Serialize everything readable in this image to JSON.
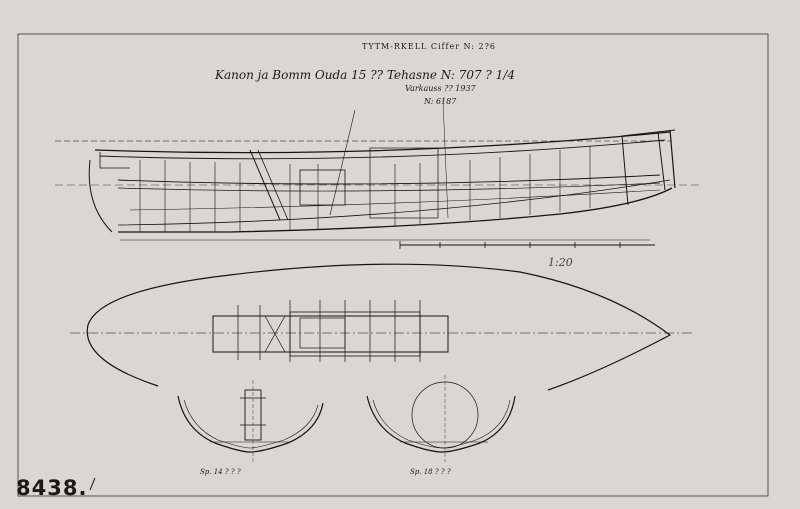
{
  "drawing": {
    "stamp": "TYTM-RKELL Ciffer N: 2?6",
    "title_line1": "Kanon ja Bomm Ouda 15 ?? Tehasne N: 707 ? 1/4",
    "title_line2": "Varkauss ?? 1937",
    "title_line3": "N: 6187",
    "scale_label": "1:20",
    "section_left_label": "Sp. 14 ? ? ?",
    "section_right_label": "Sp. 18 ? ? ?",
    "archive_number": "8438."
  },
  "colors": {
    "paper": "#d9d7d3",
    "ink": "#1a1a1a"
  }
}
